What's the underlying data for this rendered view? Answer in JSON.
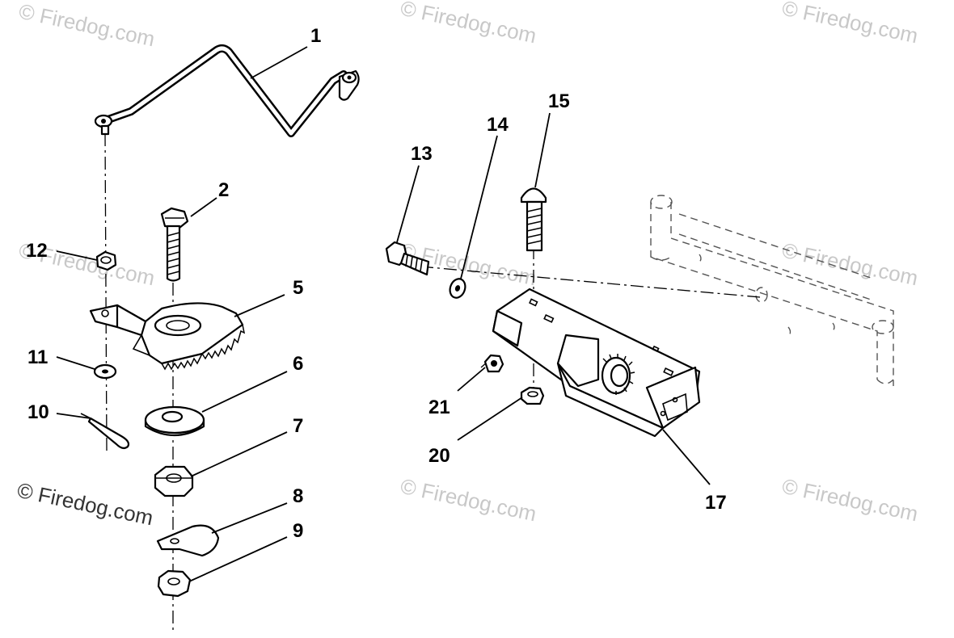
{
  "watermarks": {
    "text": "© Firedog.com"
  },
  "callouts": {
    "c1": "1",
    "c2": "2",
    "c5": "5",
    "c6": "6",
    "c7": "7",
    "c8": "8",
    "c9": "9",
    "c10": "10",
    "c11": "11",
    "c12": "12",
    "c13": "13",
    "c14": "14",
    "c15": "15",
    "c17": "17",
    "c20": "20",
    "c21": "21"
  }
}
